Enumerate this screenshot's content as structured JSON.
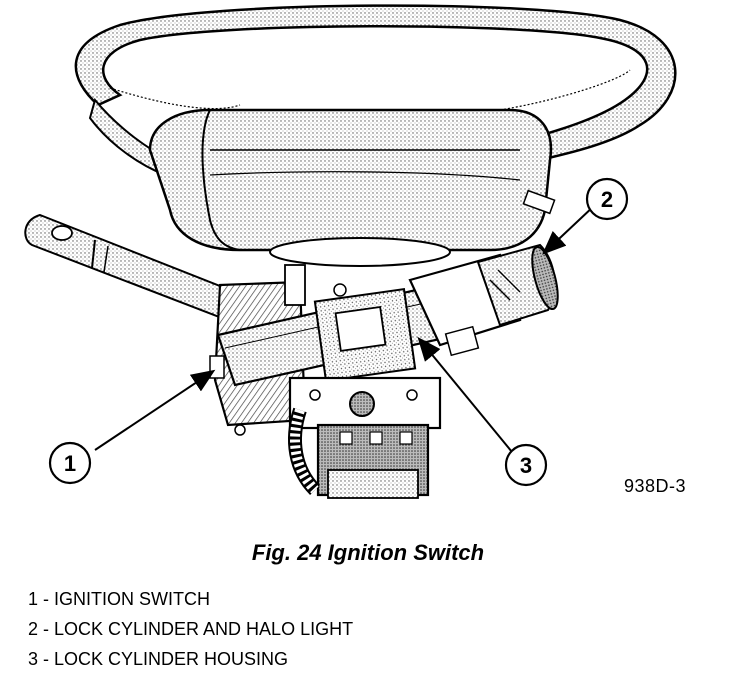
{
  "figure_code": "938D-3",
  "caption": "Fig. 24 Ignition Switch",
  "callouts": [
    {
      "number": "1"
    },
    {
      "number": "2"
    },
    {
      "number": "3"
    }
  ],
  "legend": [
    {
      "text": "1 - IGNITION SWITCH"
    },
    {
      "text": "2 - LOCK CYLINDER AND HALO LIGHT"
    },
    {
      "text": "3 - LOCK CYLINDER HOUSING"
    }
  ]
}
